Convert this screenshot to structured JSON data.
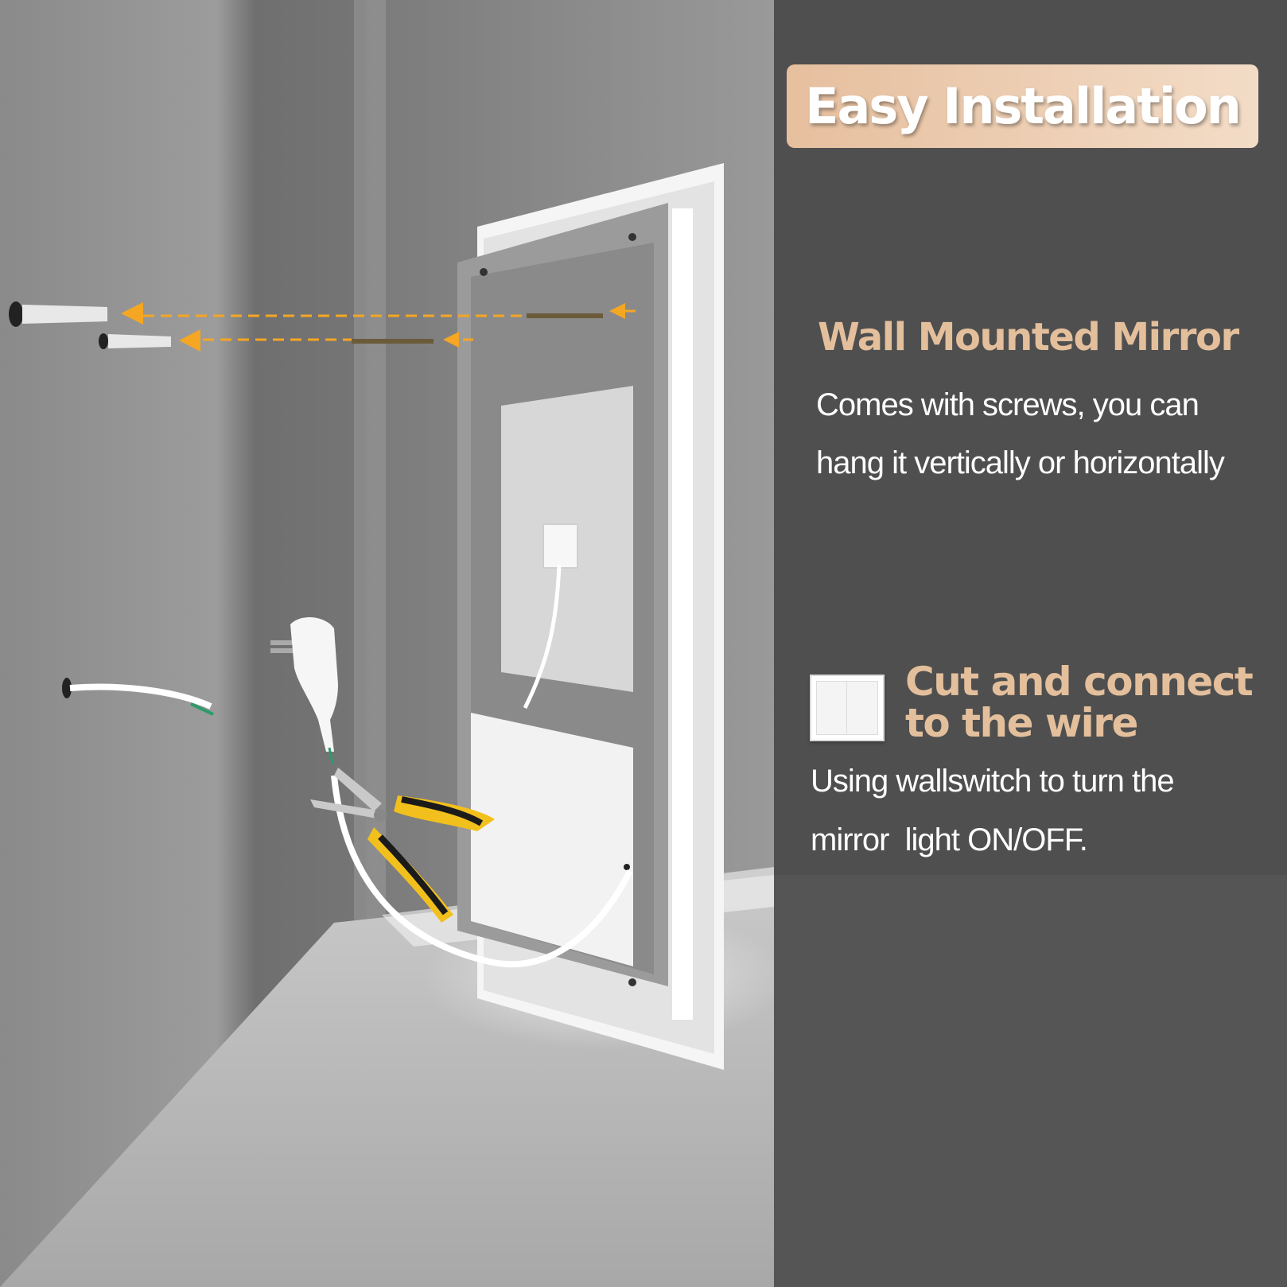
{
  "banner": {
    "title": "Easy Installation"
  },
  "wall_mount": {
    "heading": "Wall Mounted Mirror",
    "lines": [
      "Comes with screws, you can",
      "hang it vertically or horizontally"
    ]
  },
  "wire": {
    "heading_lines": [
      "Cut and connect",
      "to the wire"
    ],
    "lines": [
      "Using wallswitch to turn the",
      "mirror  light ON/OFF."
    ]
  },
  "colors": {
    "panel": "#4f4f4f",
    "panel_lower": "#555555",
    "accent": "#e4bf9c",
    "arrow": "#f5a623",
    "wall": "#8f8f8f"
  },
  "icons": [
    "wall-switch-icon",
    "screw-icon",
    "wall-anchor-icon",
    "power-plug-icon",
    "wire-cutter-icon",
    "arrow-left-icon"
  ]
}
